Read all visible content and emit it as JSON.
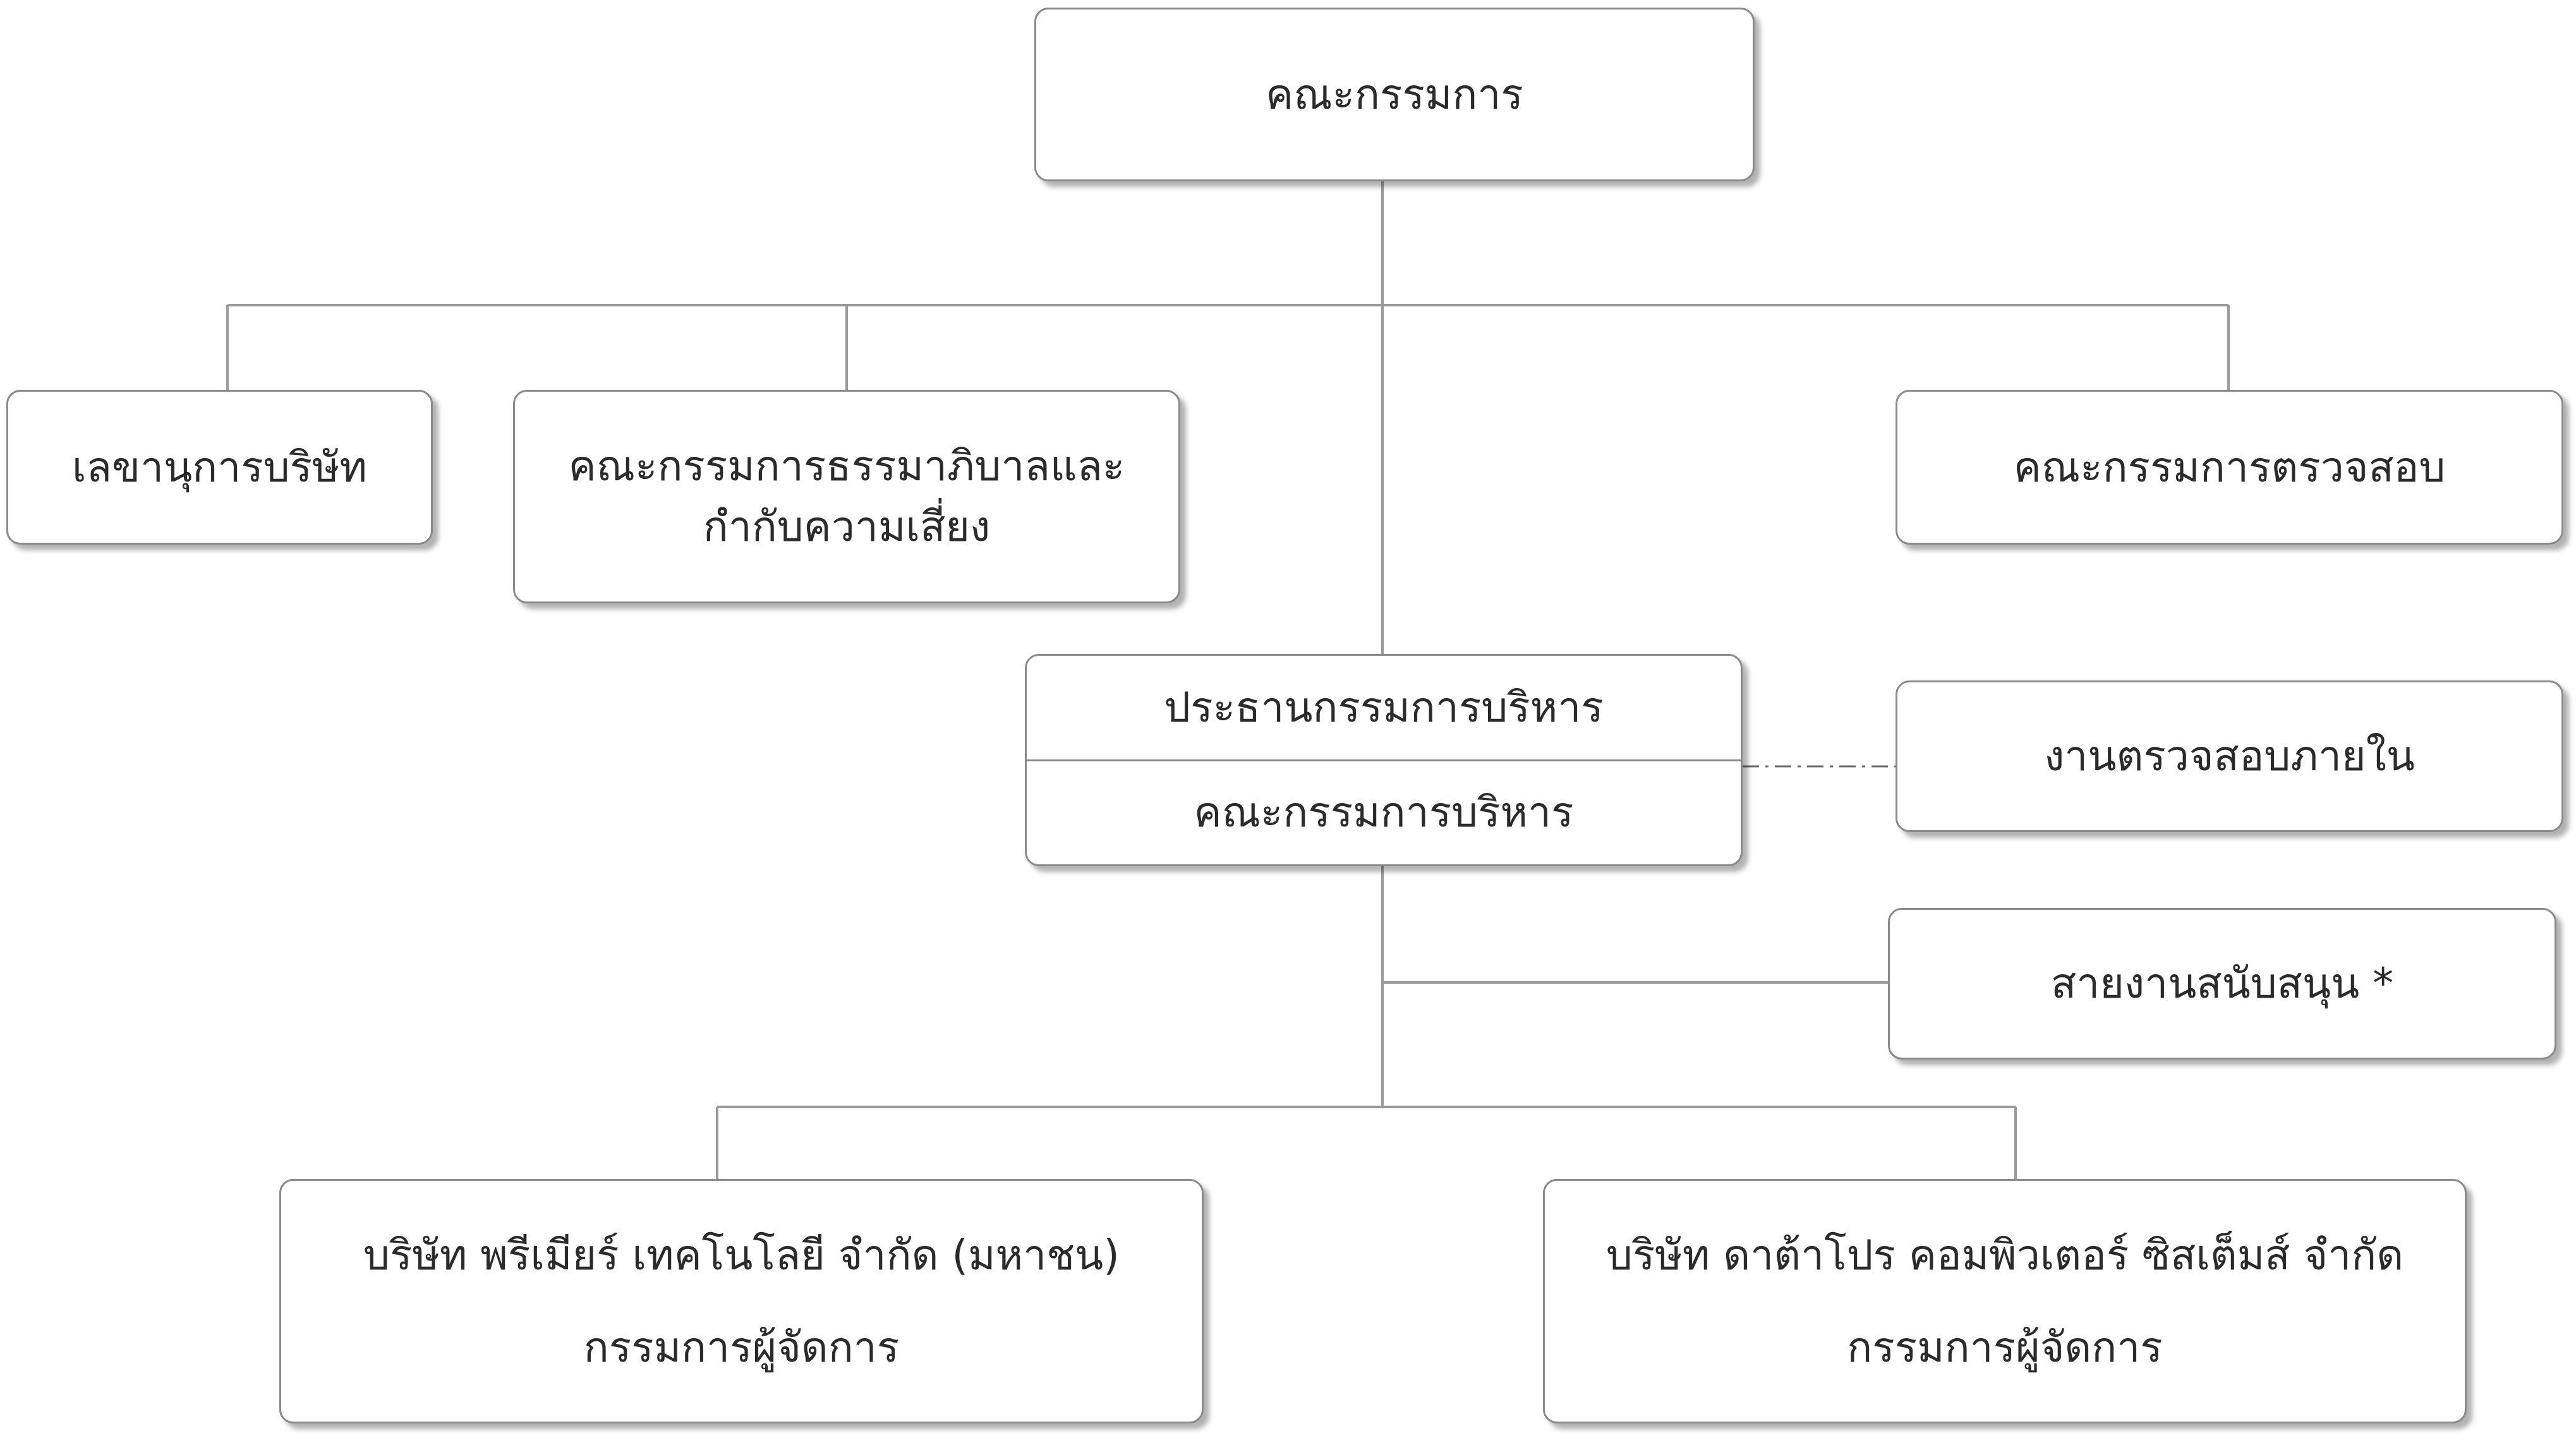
{
  "board": {
    "label": "คณะกรรมการ"
  },
  "company_secretary": {
    "label": "เลขานุการบริษัท"
  },
  "governance_committee": {
    "line1": "คณะกรรมการธรรมาภิบาลและ",
    "line2": "กำกับความเสี่ยง"
  },
  "audit_committee": {
    "label": "คณะกรรมการตรวจสอบ"
  },
  "executive": {
    "chairman": "ประธานกรรมการบริหาร",
    "committee": "คณะกรรมการบริหาร"
  },
  "internal_audit": {
    "label": "งานตรวจสอบภายใน"
  },
  "support_division": {
    "label": "สายงานสนับสนุน *"
  },
  "premier_technology": {
    "company": "บริษัท พรีเมียร์ เทคโนโลยี จำกัด (มหาชน)",
    "role": "กรรมการผู้จัดการ"
  },
  "datapro_computer": {
    "company": "บริษัท ดาต้าโปร คอมพิวเตอร์ ซิสเต็มส์ จำกัด",
    "role": "กรรมการผู้จัดการ"
  },
  "colors": {
    "border": "#8a8a8a",
    "connector": "#9a9a9a",
    "text": "#2b2b2b"
  }
}
